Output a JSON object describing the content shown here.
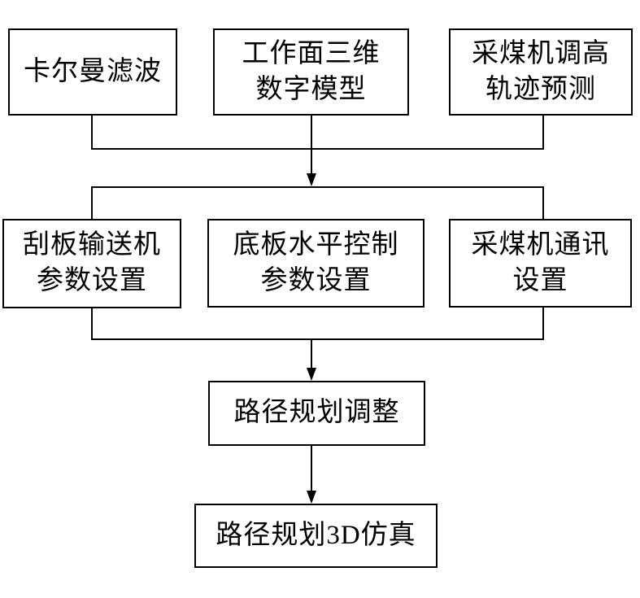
{
  "diagram": {
    "type": "flowchart",
    "background_color": "#ffffff",
    "line_color": "#000000",
    "nodes": [
      {
        "id": "kalman-filter",
        "label": "卡尔曼滤波"
      },
      {
        "id": "workface-3d-digital-model",
        "label": "工作面三维\n数字模型"
      },
      {
        "id": "shearer-height-trajectory-prediction",
        "label": "采煤机调高\n轨迹预测"
      },
      {
        "id": "scraper-conveyor-parameter-settings",
        "label": "刮板输送机\n参数设置"
      },
      {
        "id": "floor-level-control-parameter-settings",
        "label": "底板水平控制\n参数设置"
      },
      {
        "id": "shearer-communication-settings",
        "label": "采煤机通讯\n设置"
      },
      {
        "id": "path-planning-adjustment",
        "label": "路径规划调整"
      },
      {
        "id": "path-planning-3d-simulation",
        "label": "路径规划3D仿真"
      }
    ],
    "edges": [
      {
        "from": [
          "kalman-filter",
          "workface-3d-digital-model",
          "shearer-height-trajectory-prediction"
        ],
        "to": [
          "scraper-conveyor-parameter-settings",
          "floor-level-control-parameter-settings",
          "shearer-communication-settings"
        ],
        "arrow": true
      },
      {
        "from": [
          "scraper-conveyor-parameter-settings",
          "floor-level-control-parameter-settings",
          "shearer-communication-settings"
        ],
        "to": [
          "path-planning-adjustment"
        ],
        "arrow": true
      },
      {
        "from": [
          "path-planning-adjustment"
        ],
        "to": [
          "path-planning-3d-simulation"
        ],
        "arrow": true
      }
    ]
  }
}
